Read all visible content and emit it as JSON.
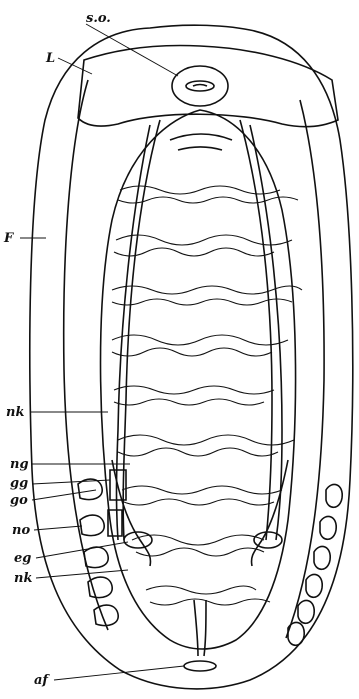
{
  "labels": {
    "so": "s.o.",
    "L": "L",
    "F": "F",
    "nk_upper": "nk",
    "ng": "ng",
    "gg": "gg",
    "go": "go",
    "no": "no",
    "eg": "eg",
    "nk_lower": "nk",
    "af": "af"
  },
  "colors": {
    "ink": "#111111",
    "paper": "#ffffff"
  }
}
